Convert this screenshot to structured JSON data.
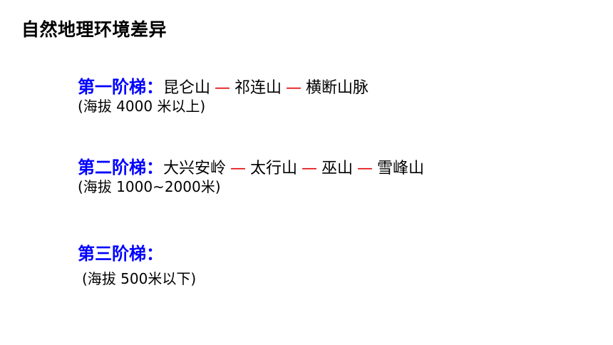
{
  "title": "自然地理环境差异",
  "accent_color": "#0000ff",
  "dash_color": "#e00000",
  "steps": [
    {
      "label": "第一阶梯：",
      "mountains": [
        "昆仑山",
        "祁连山",
        "横断山脉"
      ],
      "separator": "—",
      "elevation": "(海拔 4000 米以上)"
    },
    {
      "label": "第二阶梯：",
      "mountains": [
        "大兴安岭",
        "太行山",
        "巫山",
        "雪峰山"
      ],
      "separator": "—",
      "elevation": "(海拔 1000~2000米)"
    },
    {
      "label": "第三阶梯：",
      "mountains": [],
      "separator": "",
      "elevation": "(海拔 500米以下)"
    }
  ]
}
